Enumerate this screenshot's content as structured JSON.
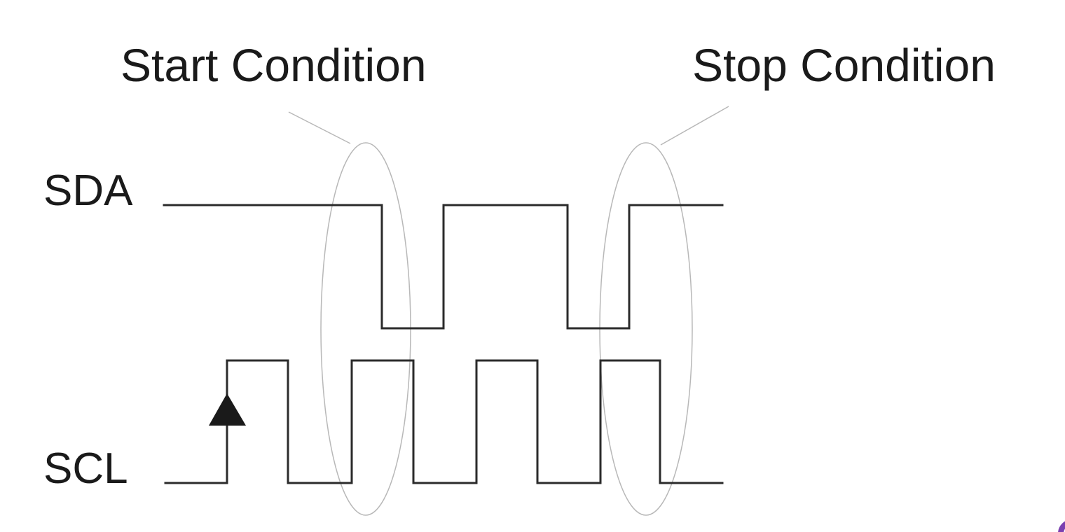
{
  "conditions": {
    "start_label": "Start Condition",
    "stop_label": "Stop Condition"
  },
  "signals": {
    "sda_label": "SDA",
    "scl_label": "SCL"
  },
  "colors": {
    "waveform": "#2b2b2b",
    "highlight_ellipse": "#b8b8b8",
    "text": "#1a1a1a",
    "corner_accent": "#7b3fb0"
  }
}
